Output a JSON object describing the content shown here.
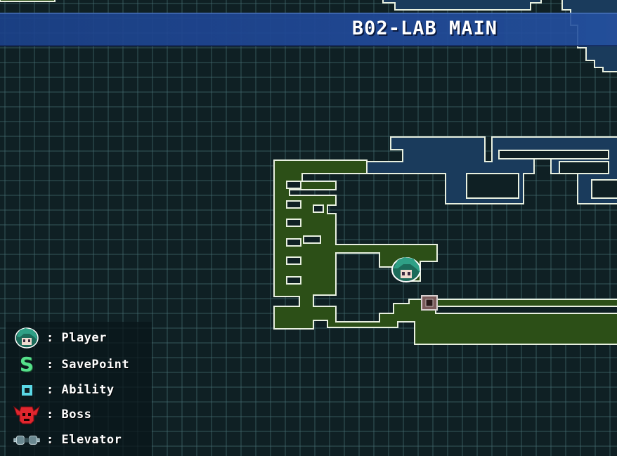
{
  "area": {
    "title": "B02-LAB MAIN"
  },
  "legend": {
    "items": [
      {
        "icon": "player-head-icon",
        "label": ": Player"
      },
      {
        "icon": "save-point-icon",
        "glyph": "S",
        "label": ": SavePoint"
      },
      {
        "icon": "ability-icon",
        "label": ": Ability"
      },
      {
        "icon": "boss-icon",
        "label": ": Boss"
      },
      {
        "icon": "elevator-icon",
        "label": ": Elevator"
      }
    ]
  },
  "colors": {
    "background": "#0f2024",
    "grid": "#466e73",
    "explored_room": "#2c4f17",
    "unexplored_room": "#1a3b5c",
    "room_outline": "#e8f0e0",
    "banner": "#20489a",
    "save_point": "#55e08a",
    "ability": "#5ad8e6",
    "boss": "#e0262e"
  }
}
